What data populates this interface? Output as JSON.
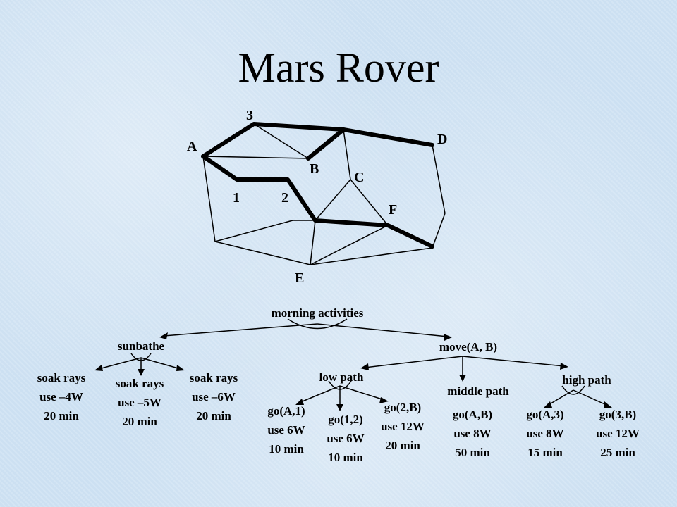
{
  "title": "Mars Rover",
  "map": {
    "nodes": {
      "A": "A",
      "B": "B",
      "C": "C",
      "D": "D",
      "E": "E",
      "F": "F",
      "n1": "1",
      "n2": "2",
      "n3": "3"
    }
  },
  "tree": {
    "root": "morning activities",
    "sunbathe": {
      "label": "sunbathe",
      "options": [
        {
          "action": "soak rays",
          "power": "use –4W",
          "time": "20 min"
        },
        {
          "action": "soak rays",
          "power": "use –5W",
          "time": "20 min"
        },
        {
          "action": "soak rays",
          "power": "use –6W",
          "time": "20 min"
        }
      ]
    },
    "move": {
      "label": "move(A, B)",
      "low_path": {
        "label": "low path",
        "steps": [
          {
            "action": "go(A,1)",
            "power": "use 6W",
            "time": "10 min"
          },
          {
            "action": "go(1,2)",
            "power": "use 6W",
            "time": "10 min"
          },
          {
            "action": "go(2,B)",
            "power": "use 12W",
            "time": "20 min"
          }
        ]
      },
      "middle_path": {
        "label": "middle path",
        "steps": [
          {
            "action": "go(A,B)",
            "power": "use 8W",
            "time": "50 min"
          }
        ]
      },
      "high_path": {
        "label": "high path",
        "steps": [
          {
            "action": "go(A,3)",
            "power": "use 8W",
            "time": "15 min"
          },
          {
            "action": "go(3,B)",
            "power": "use 12W",
            "time": "25 min"
          }
        ]
      }
    }
  }
}
